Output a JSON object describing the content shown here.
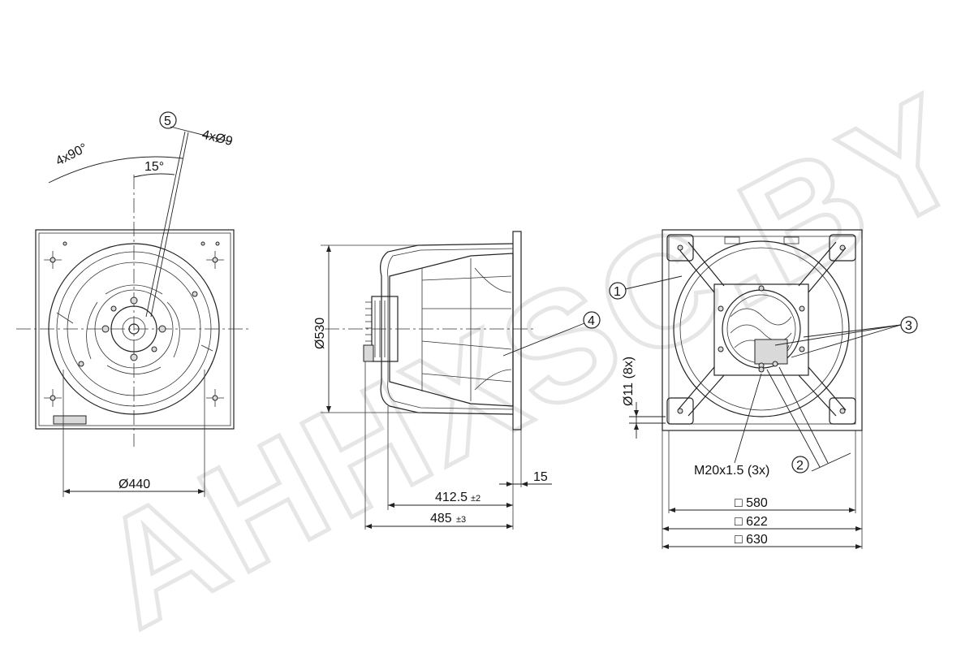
{
  "watermark": "AHHXSC.BY",
  "front_view": {
    "angle_repeat": "4x90°",
    "angle_offset": "15°",
    "hole_callout": "4xØ9",
    "balloon_5": "5",
    "dia_440": "Ø440"
  },
  "side_view": {
    "dia_530": "Ø530",
    "balloon_4": "4",
    "dim_15": "15",
    "dim_412_main": "412.5",
    "dim_412_tol": "±2",
    "dim_485_main": "485",
    "dim_485_tol": "±3"
  },
  "rear_view": {
    "balloon_1": "1",
    "balloon_2": "2",
    "balloon_3": "3",
    "holes_label": "Ø11 (8x)",
    "gland_label": "M20x1.5 (3x)",
    "dim_580": "□ 580",
    "dim_622": "□ 622",
    "dim_630": "□ 630"
  }
}
